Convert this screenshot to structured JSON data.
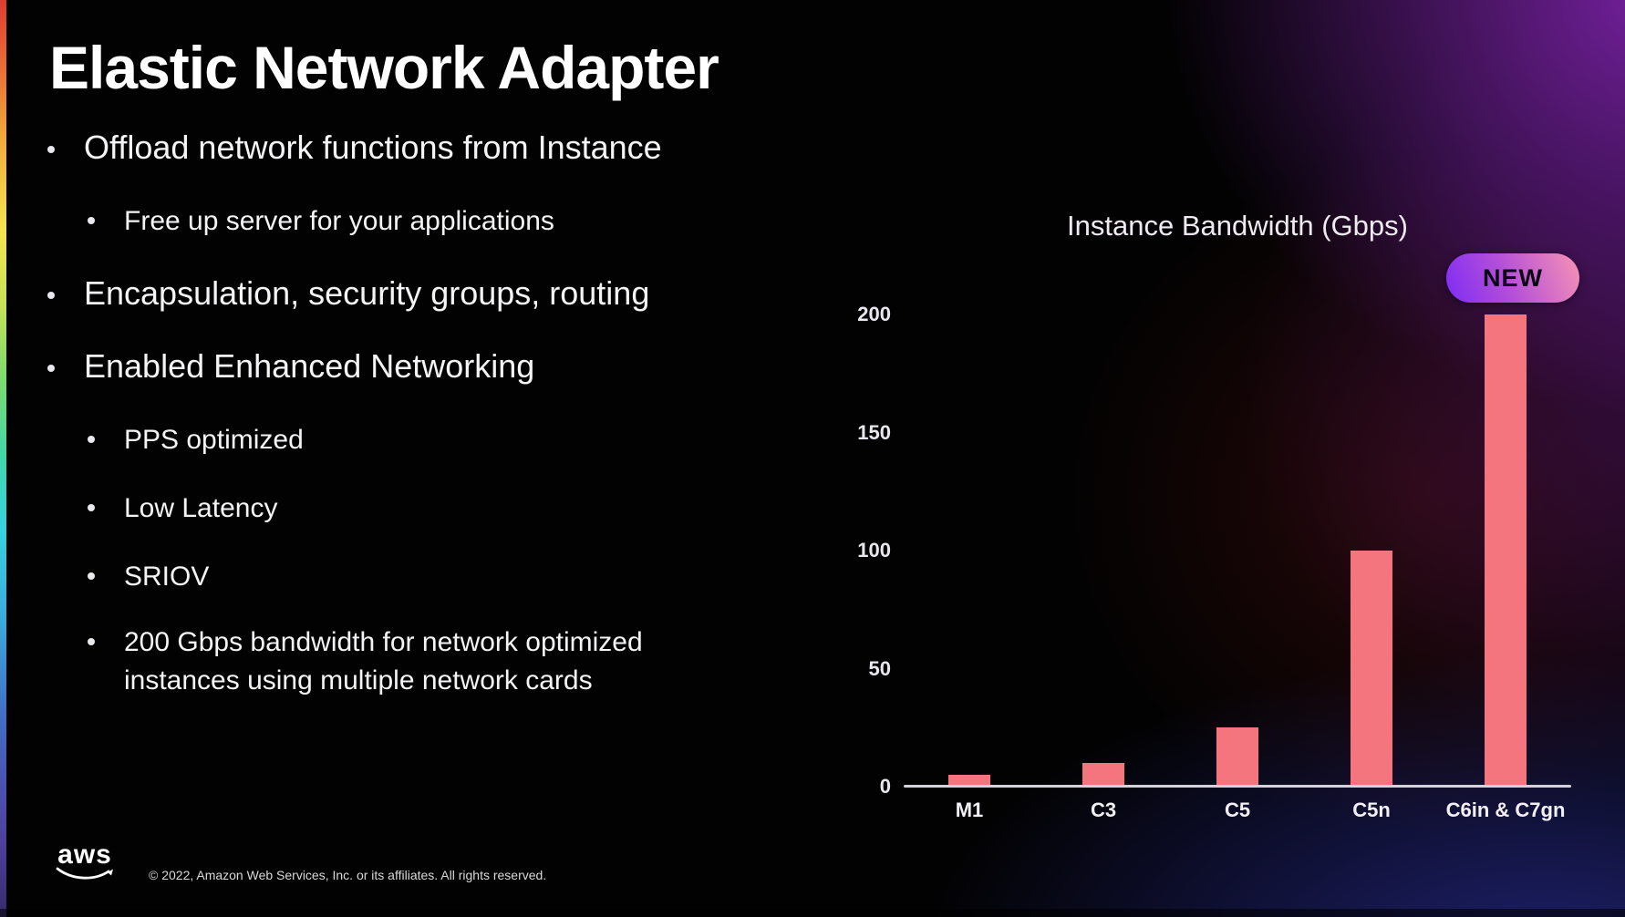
{
  "slide": {
    "title": "Elastic Network Adapter",
    "bullets": [
      {
        "level": 1,
        "text": "Offload network functions from Instance"
      },
      {
        "level": 2,
        "text": "Free up server for your applications"
      },
      {
        "level": 1,
        "text": "Encapsulation, security groups, routing"
      },
      {
        "level": 1,
        "text": "Enabled Enhanced Networking"
      },
      {
        "level": 2,
        "text": "PPS optimized"
      },
      {
        "level": 2,
        "text": "Low Latency"
      },
      {
        "level": 2,
        "text": "SRIOV"
      },
      {
        "level": 2,
        "text": "200 Gbps bandwidth for network optimized instances using multiple network cards"
      }
    ]
  },
  "chart_data": {
    "type": "bar",
    "title": "Instance Bandwidth (Gbps)",
    "categories": [
      "M1",
      "C3",
      "C5",
      "C5n",
      "C6in & C7gn"
    ],
    "values": [
      5,
      10,
      25,
      100,
      200
    ],
    "ylim": [
      0,
      200
    ],
    "yticks": [
      0,
      50,
      100,
      150,
      200
    ],
    "xlabel": "",
    "ylabel": "",
    "grid": false,
    "legend": false,
    "bar_color": "#f5757f",
    "axis_color": "#d2d2d8",
    "annotation": {
      "label": "NEW",
      "target": "C6in & C7gn"
    }
  },
  "footer": {
    "logo_text": "aws",
    "copyright": "© 2022, Amazon Web Services, Inc. or its affiliates. All rights reserved."
  },
  "colors": {
    "background": "#020202",
    "accent_purple": "#8926ba",
    "accent_navy": "#252887",
    "bar_pink": "#f5757f",
    "badge_gradient_start": "#7e2cf5",
    "badge_gradient_end": "#f793b4"
  }
}
